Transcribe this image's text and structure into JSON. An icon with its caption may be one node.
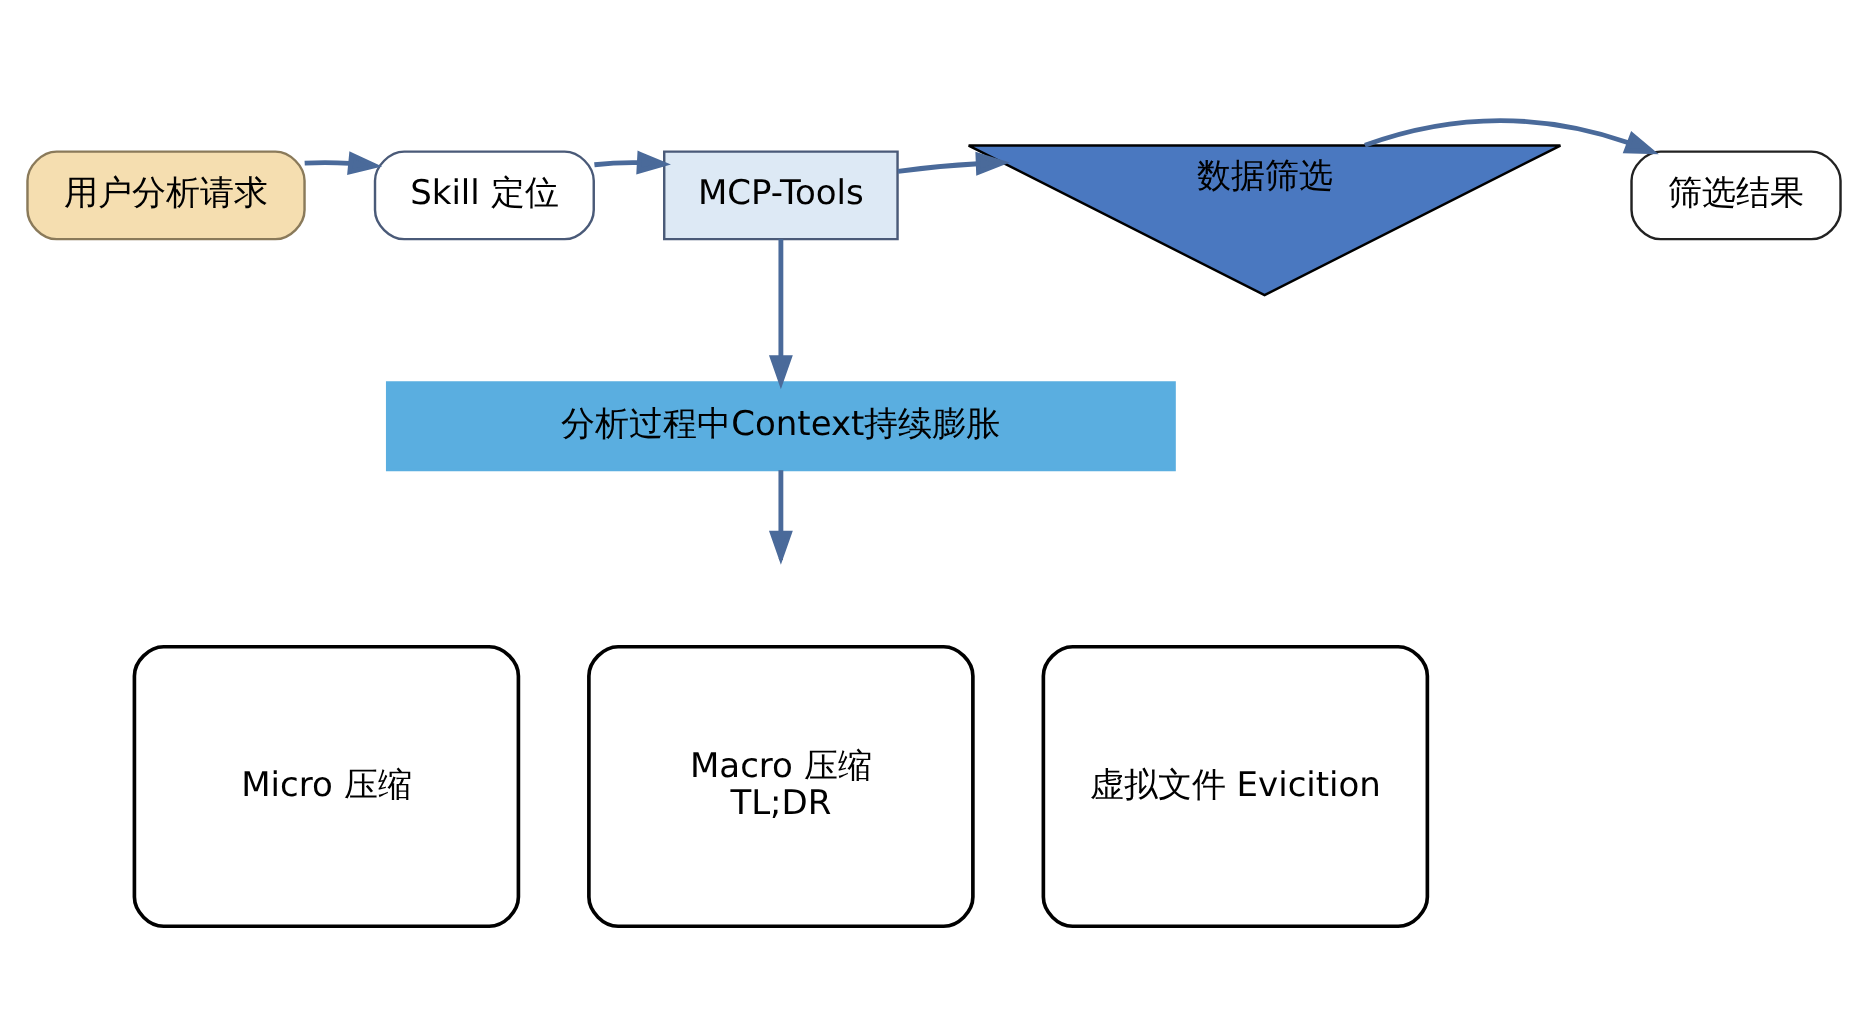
{
  "diagram": {
    "nodes": [
      {
        "text": [
          "用户分析请求"
        ]
      },
      {
        "text": [
          "Skill 定位"
        ]
      },
      {
        "text": [
          "MCP-Tools"
        ]
      },
      {
        "text": [
          "数据筛选"
        ]
      },
      {
        "text": [
          "筛选结果"
        ]
      },
      {
        "text": [
          "分析过程中Context持续膨胀"
        ]
      },
      {
        "text": [
          "Micro 压缩"
        ]
      },
      {
        "text": [
          "Macro 压缩",
          "TL;DR"
        ]
      },
      {
        "text": [
          "虚拟文件 Evicition"
        ]
      }
    ],
    "edges": [
      {
        "from": 0,
        "to": 1,
        "arrow": "to"
      },
      {
        "from": 1,
        "to": 2,
        "arrow": "to"
      },
      {
        "from": 2,
        "to": 3,
        "arrow": "to"
      },
      {
        "from": 3,
        "to": 4,
        "arrow": "to"
      },
      {
        "from": 2,
        "to": 5,
        "arrow": "to"
      },
      {
        "from": 5,
        "to": null,
        "arrow": "to"
      }
    ]
  }
}
